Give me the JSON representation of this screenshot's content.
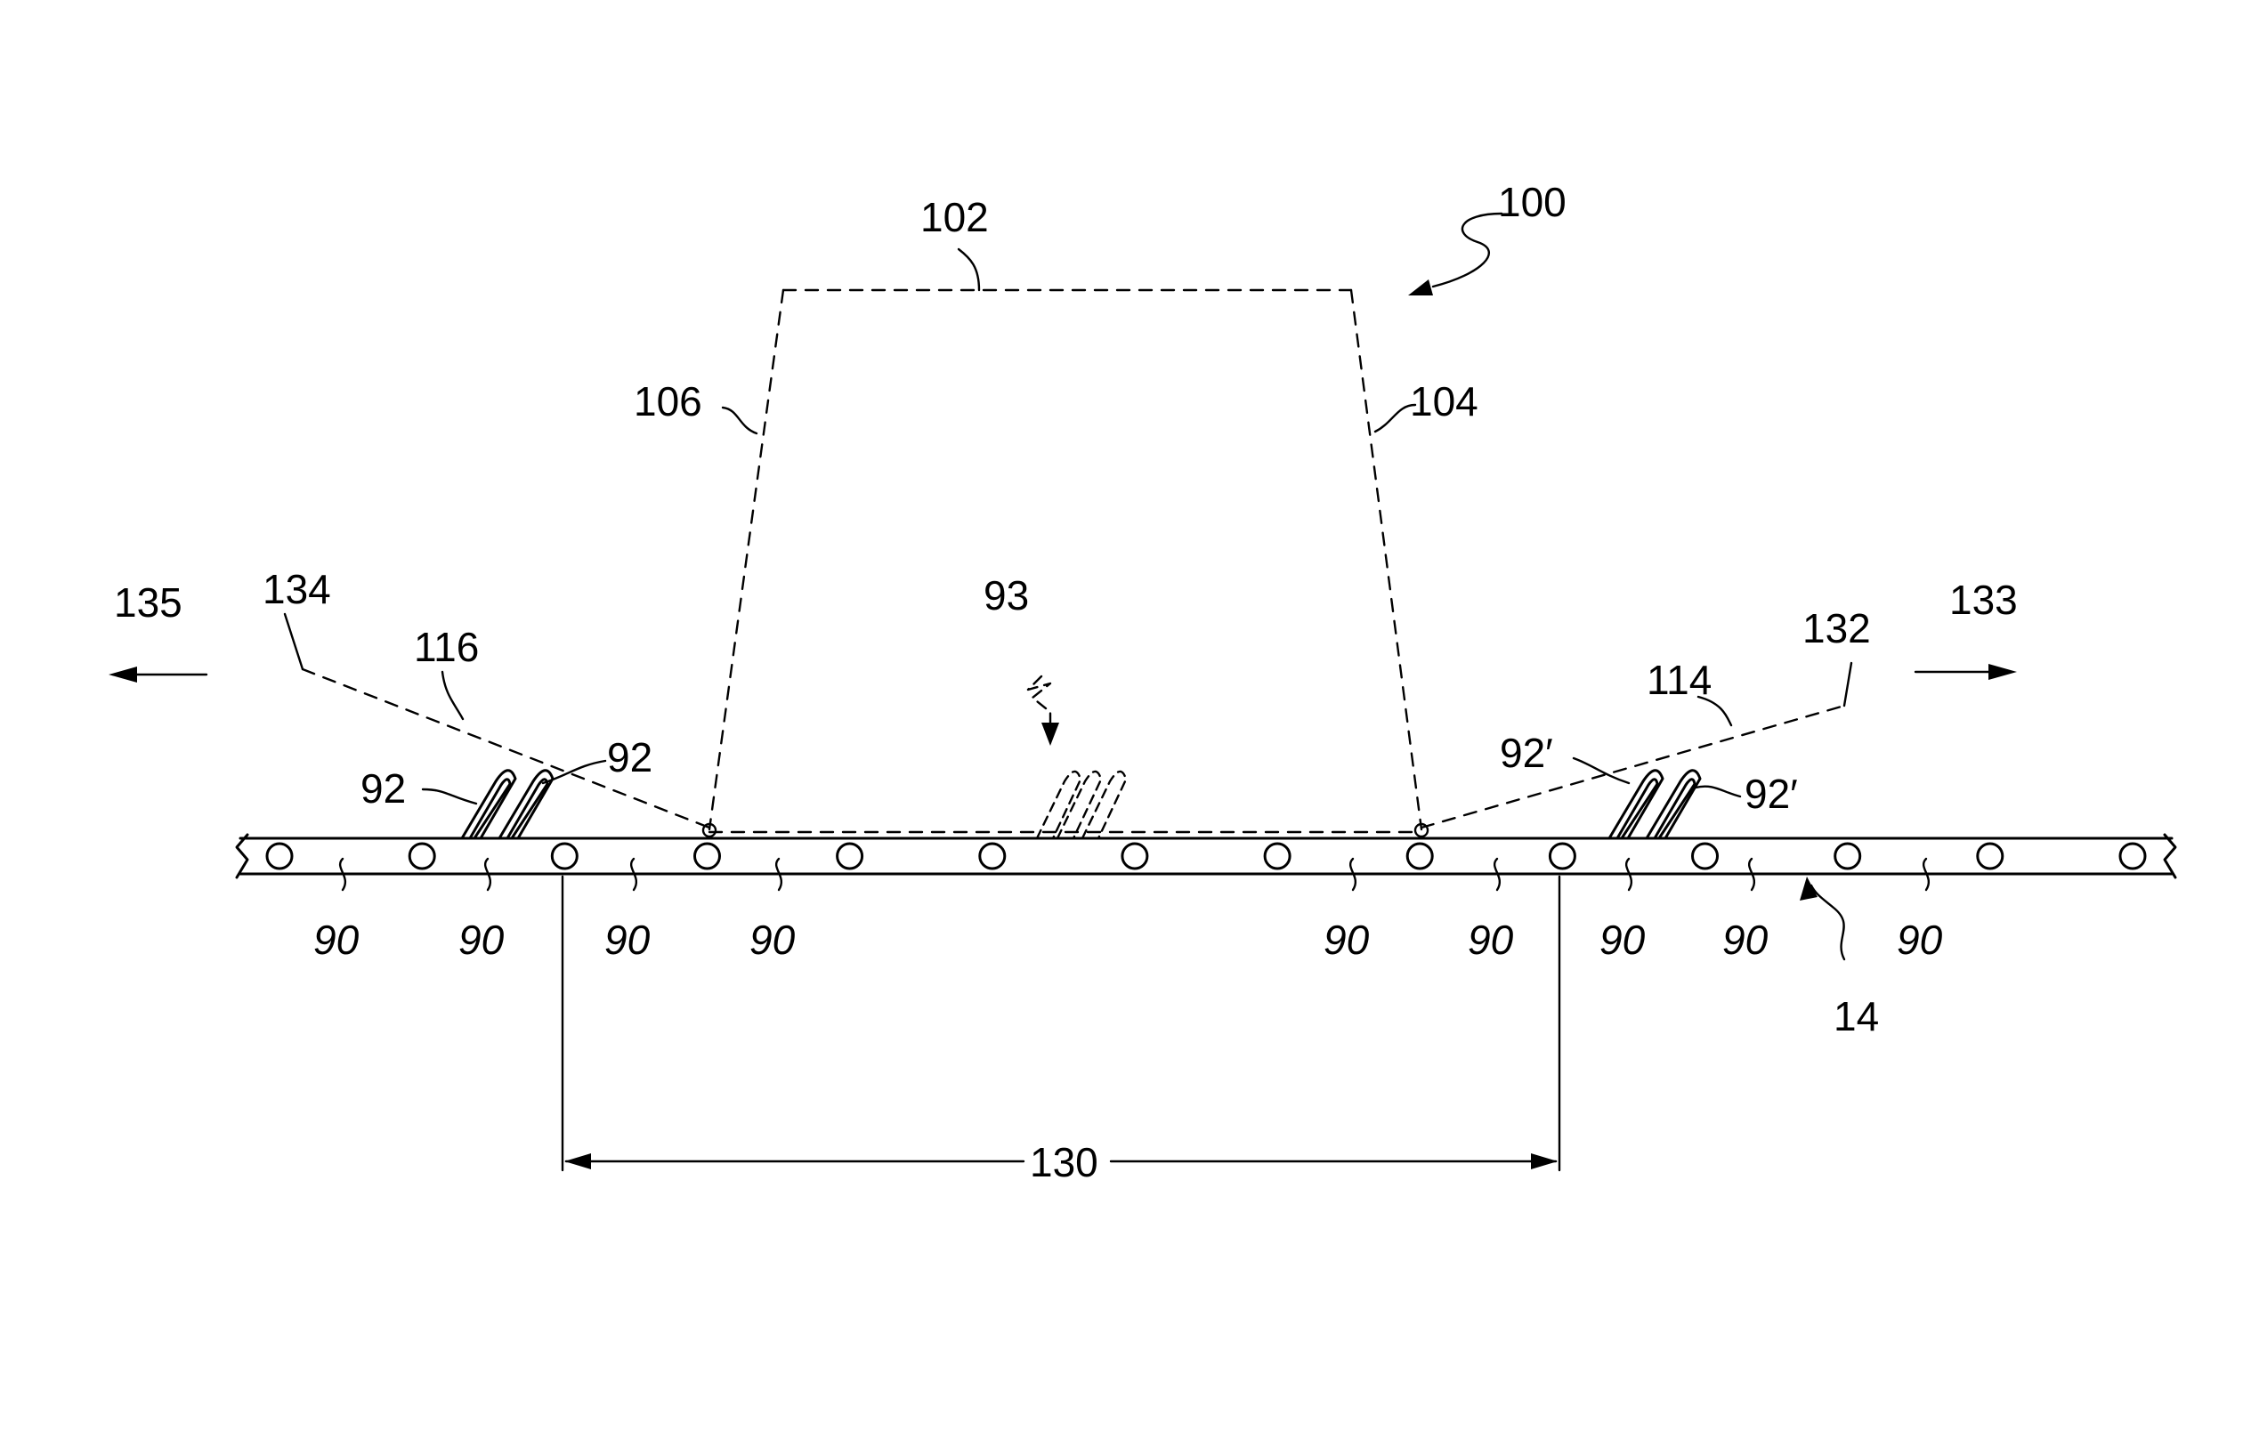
{
  "labels": {
    "assembly": "100",
    "top_edge": "102",
    "right_side": "104",
    "left_side": "106",
    "roller_label": "90",
    "conveyor": "14",
    "sheet_group": "93",
    "left_sheet": "92",
    "right_sheet": "92′",
    "left_line": "116",
    "right_line": "114",
    "left_point": "134",
    "right_point": "132",
    "left_direction": "135",
    "right_direction": "133",
    "dimension": "130"
  },
  "conveyor": {
    "roller_count": 14
  },
  "colors": {
    "ink": "#000000",
    "background": "#ffffff"
  }
}
